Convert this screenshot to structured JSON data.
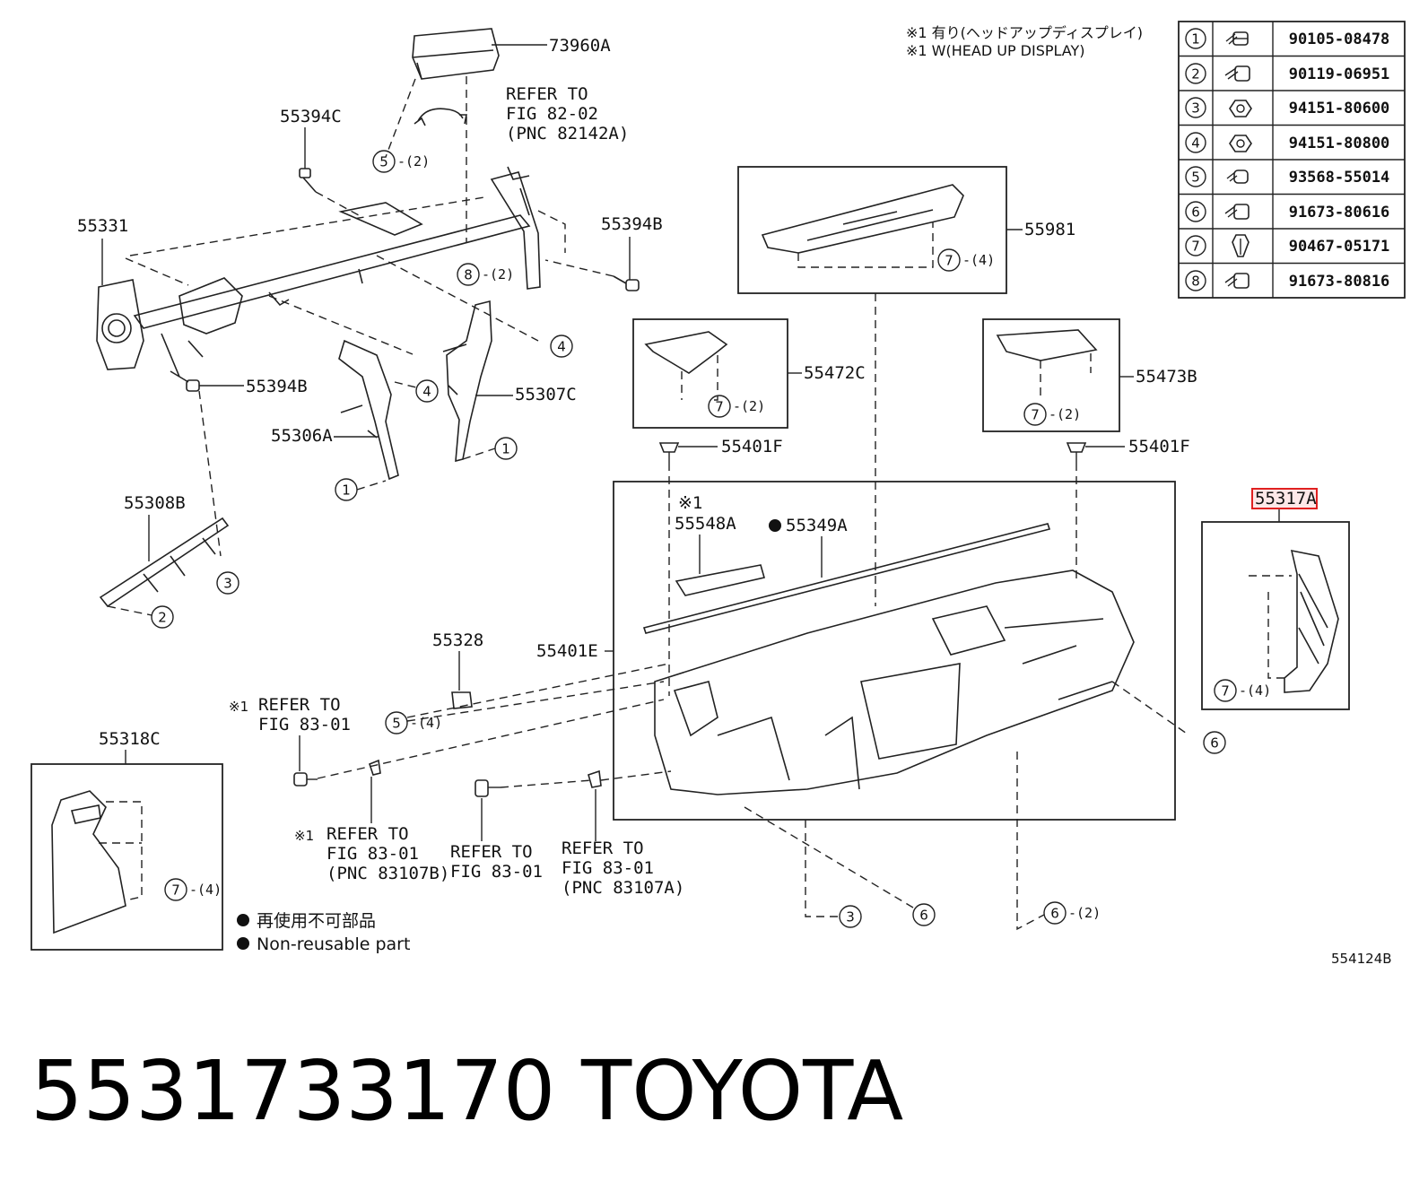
{
  "header_notes": {
    "note_jp": "※1 有り(ヘッドアップディスプレイ)",
    "note_en": "※1 W(HEAD UP DISPLAY)"
  },
  "fastener_table": [
    {
      "num": "1",
      "part": "90105-08478",
      "icon": "bolt-icon"
    },
    {
      "num": "2",
      "part": "90119-06951",
      "icon": "bolt-icon"
    },
    {
      "num": "3",
      "part": "94151-80600",
      "icon": "nut-icon"
    },
    {
      "num": "4",
      "part": "94151-80800",
      "icon": "nut-icon"
    },
    {
      "num": "5",
      "part": "93568-55014",
      "icon": "screw-icon"
    },
    {
      "num": "6",
      "part": "91673-80616",
      "icon": "bolt-icon"
    },
    {
      "num": "7",
      "part": "90467-05171",
      "icon": "clip-icon"
    },
    {
      "num": "8",
      "part": "91673-80816",
      "icon": "bolt-icon"
    }
  ],
  "labels": {
    "l73960A": "73960A",
    "refer_82_1": "REFER TO",
    "refer_82_2": "FIG 82-02",
    "refer_82_3": "(PNC 82142A)",
    "l55394C": "55394C",
    "l55331": "55331",
    "l55394B_a": "55394B",
    "l55394B_b": "55394B",
    "l55307C": "55307C",
    "l55306A": "55306A",
    "l55308B": "55308B",
    "l55981": "55981",
    "l55472C": "55472C",
    "l55473B": "55473B",
    "l55401F_a": "55401F",
    "l55401F_b": "55401F",
    "mark1_a": "※1",
    "l55548A": "55548A",
    "l55349A": "55349A",
    "l55317A": "55317A",
    "l55328": "55328",
    "l55401E": "55401E",
    "mark_refer_a": "※1",
    "refer_83a_1": "REFER TO",
    "refer_83a_2": "FIG 83-01",
    "l55318C": "55318C",
    "mark_refer_b": "※1",
    "refer_83b_1": "REFER TO",
    "refer_83b_2": "FIG 83-01",
    "refer_83b_3": "(PNC 83107B)",
    "refer_83c_1": "REFER TO",
    "refer_83c_2": "FIG 83-01",
    "refer_83d_1": "REFER TO",
    "refer_83d_2": "FIG 83-01",
    "refer_83d_3": "(PNC 83107A)",
    "diagram_id": "554124B"
  },
  "callouts": {
    "c5_2": {
      "num": "5",
      "qty": "-(2)"
    },
    "c8_2": {
      "num": "8",
      "qty": "-(2)"
    },
    "c4_a": {
      "num": "4",
      "qty": ""
    },
    "c4_b": {
      "num": "4",
      "qty": ""
    },
    "c1_a": {
      "num": "1",
      "qty": ""
    },
    "c1_b": {
      "num": "1",
      "qty": ""
    },
    "c3_a": {
      "num": "3",
      "qty": ""
    },
    "c2_a": {
      "num": "2",
      "qty": ""
    },
    "c7_4a": {
      "num": "7",
      "qty": "-(4)"
    },
    "c7_2a": {
      "num": "7",
      "qty": "-(2)"
    },
    "c7_2b": {
      "num": "7",
      "qty": "-(2)"
    },
    "c7_4b": {
      "num": "7",
      "qty": "-(4)"
    },
    "c5_4": {
      "num": "5",
      "qty": "-(4)"
    },
    "c6_a": {
      "num": "6",
      "qty": ""
    },
    "c7_4c": {
      "num": "7",
      "qty": "-(4)"
    },
    "c3_b": {
      "num": "3",
      "qty": ""
    },
    "c6_b": {
      "num": "6",
      "qty": ""
    },
    "c6_2": {
      "num": "6",
      "qty": "-(2)"
    }
  },
  "legend": {
    "jp": "再使用不可部品",
    "en": "Non-reusable part"
  },
  "footer": {
    "part_number": "5531733170",
    "brand": "TOYOTA"
  },
  "highlight_color": "#e02020"
}
